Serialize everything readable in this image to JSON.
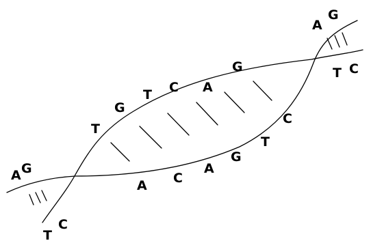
{
  "diagram": {
    "upper_strand_bases": [
      "T",
      "G",
      "T",
      "C",
      "A",
      "G"
    ],
    "lower_strand_bases": [
      "A",
      "C",
      "A",
      "G",
      "T",
      "C"
    ],
    "left_end_top": [
      "A",
      "G"
    ],
    "left_end_bottom": [
      "T",
      "C"
    ],
    "right_end_top": [
      "A",
      "G"
    ],
    "right_end_bottom": [
      "T",
      "C"
    ]
  }
}
